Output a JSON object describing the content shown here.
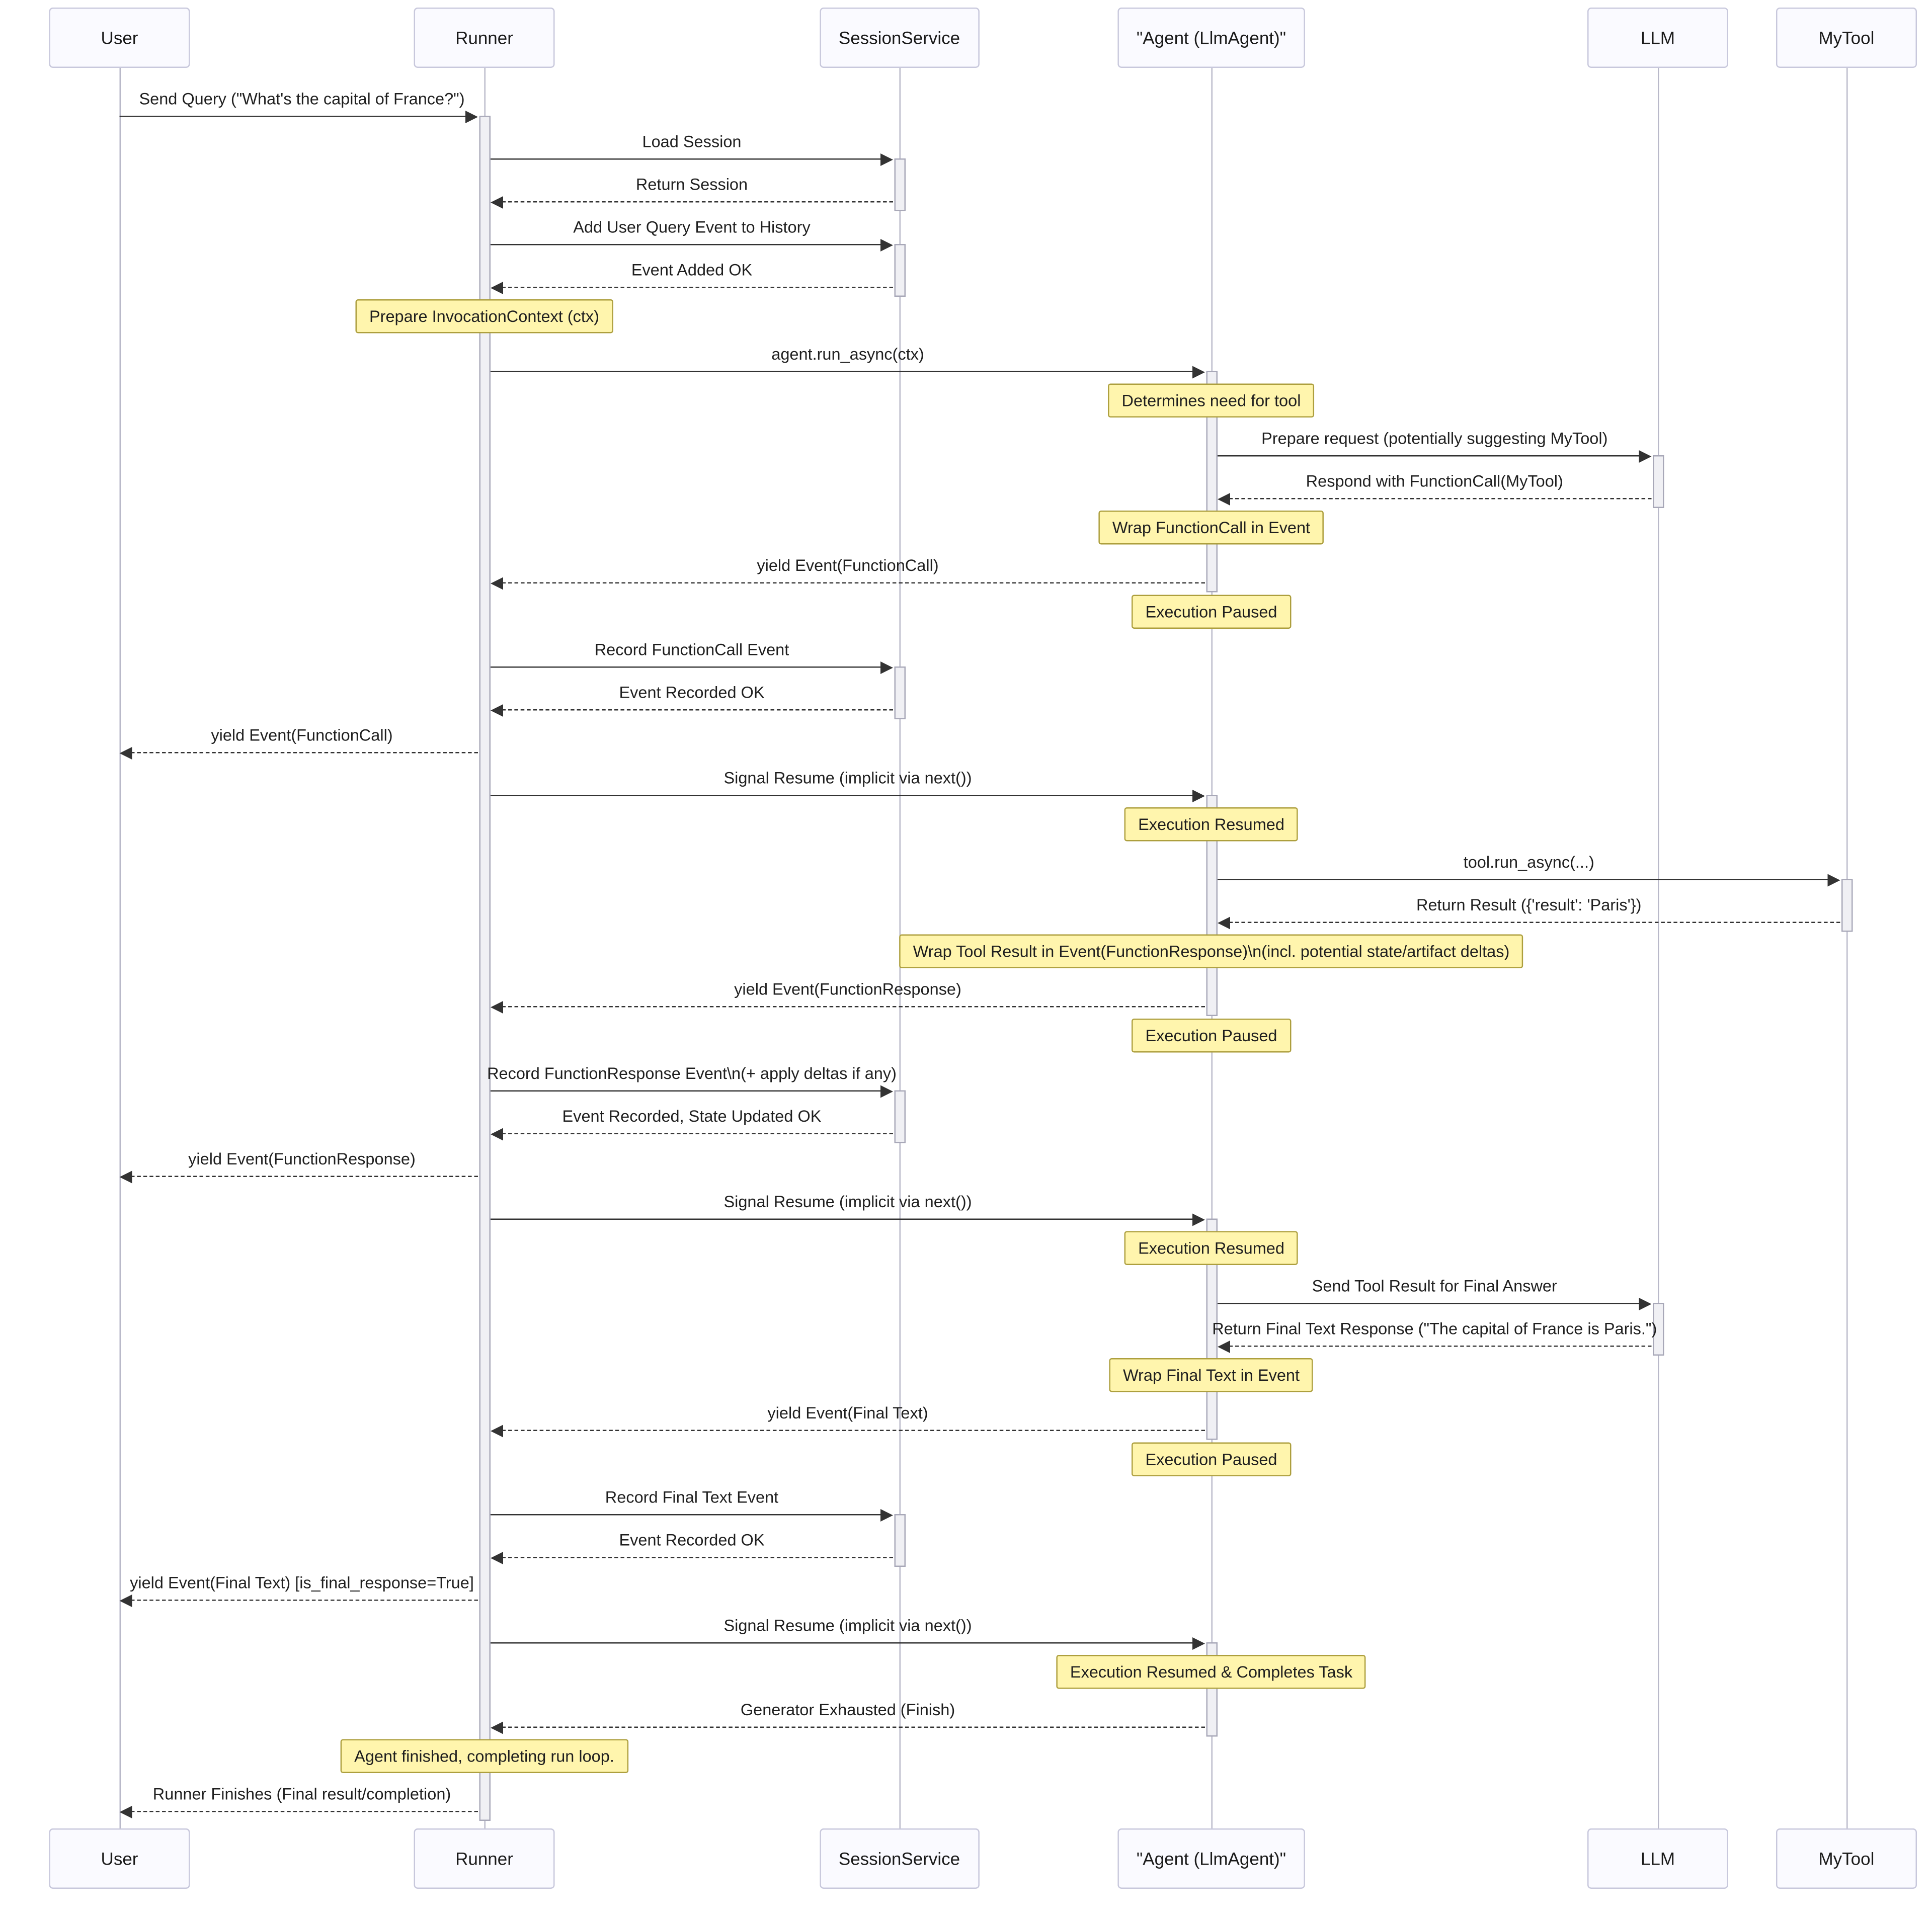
{
  "diagram_type": "sequence-diagram",
  "participants": [
    {
      "id": "user",
      "name": "User"
    },
    {
      "id": "runner",
      "name": "Runner"
    },
    {
      "id": "session",
      "name": "SessionService"
    },
    {
      "id": "agent",
      "name": "\"Agent (LlmAgent)\""
    },
    {
      "id": "llm",
      "name": "LLM"
    },
    {
      "id": "mytool",
      "name": "MyTool"
    }
  ],
  "messages": [
    {
      "kind": "arrow",
      "from": "user",
      "to": "runner",
      "line": "solid",
      "text": "Send Query (\"What's the capital of France?\")"
    },
    {
      "kind": "arrow",
      "from": "runner",
      "to": "session",
      "line": "solid",
      "text": "Load Session"
    },
    {
      "kind": "arrow",
      "from": "session",
      "to": "runner",
      "line": "dashed",
      "text": "Return Session"
    },
    {
      "kind": "arrow",
      "from": "runner",
      "to": "session",
      "line": "solid",
      "text": "Add User Query Event to History"
    },
    {
      "kind": "arrow",
      "from": "session",
      "to": "runner",
      "line": "dashed",
      "text": "Event Added OK"
    },
    {
      "kind": "note",
      "over": "runner",
      "text": "Prepare InvocationContext (ctx)"
    },
    {
      "kind": "arrow",
      "from": "runner",
      "to": "agent",
      "line": "solid",
      "text": "agent.run_async(ctx)"
    },
    {
      "kind": "note",
      "over": "agent",
      "text": "Determines need for tool"
    },
    {
      "kind": "arrow",
      "from": "agent",
      "to": "llm",
      "line": "solid",
      "text": "Prepare request (potentially suggesting MyTool)"
    },
    {
      "kind": "arrow",
      "from": "llm",
      "to": "agent",
      "line": "dashed",
      "text": "Respond with FunctionCall(MyTool)"
    },
    {
      "kind": "note",
      "over": "agent",
      "text": "Wrap FunctionCall in Event"
    },
    {
      "kind": "arrow",
      "from": "agent",
      "to": "runner",
      "line": "dashed",
      "text": "yield Event(FunctionCall)"
    },
    {
      "kind": "note",
      "over": "agent",
      "text": "Execution Paused"
    },
    {
      "kind": "arrow",
      "from": "runner",
      "to": "session",
      "line": "solid",
      "text": "Record FunctionCall Event"
    },
    {
      "kind": "arrow",
      "from": "session",
      "to": "runner",
      "line": "dashed",
      "text": "Event Recorded OK"
    },
    {
      "kind": "arrow",
      "from": "runner",
      "to": "user",
      "line": "dashed",
      "text": "yield Event(FunctionCall)"
    },
    {
      "kind": "arrow",
      "from": "runner",
      "to": "agent",
      "line": "solid",
      "text": "Signal Resume (implicit via next())"
    },
    {
      "kind": "note",
      "over": "agent",
      "text": "Execution Resumed"
    },
    {
      "kind": "arrow",
      "from": "agent",
      "to": "mytool",
      "line": "solid",
      "text": "tool.run_async(...)"
    },
    {
      "kind": "arrow",
      "from": "mytool",
      "to": "agent",
      "line": "dashed",
      "text": "Return Result ({'result': 'Paris'})"
    },
    {
      "kind": "note",
      "over": "agent",
      "text": "Wrap Tool Result in Event(FunctionResponse)\\n(incl. potential state/artifact deltas)"
    },
    {
      "kind": "arrow",
      "from": "agent",
      "to": "runner",
      "line": "dashed",
      "text": "yield Event(FunctionResponse)"
    },
    {
      "kind": "note",
      "over": "agent",
      "text": "Execution Paused"
    },
    {
      "kind": "arrow",
      "from": "runner",
      "to": "session",
      "line": "solid",
      "text": "Record FunctionResponse Event\\n(+ apply deltas if any)"
    },
    {
      "kind": "arrow",
      "from": "session",
      "to": "runner",
      "line": "dashed",
      "text": "Event Recorded, State Updated OK"
    },
    {
      "kind": "arrow",
      "from": "runner",
      "to": "user",
      "line": "dashed",
      "text": "yield Event(FunctionResponse)"
    },
    {
      "kind": "arrow",
      "from": "runner",
      "to": "agent",
      "line": "solid",
      "text": "Signal Resume (implicit via next())"
    },
    {
      "kind": "note",
      "over": "agent",
      "text": "Execution Resumed"
    },
    {
      "kind": "arrow",
      "from": "agent",
      "to": "llm",
      "line": "solid",
      "text": "Send Tool Result for Final Answer"
    },
    {
      "kind": "arrow",
      "from": "llm",
      "to": "agent",
      "line": "dashed",
      "text": "Return Final Text Response (\"The capital of France is Paris.\")"
    },
    {
      "kind": "note",
      "over": "agent",
      "text": "Wrap Final Text in Event"
    },
    {
      "kind": "arrow",
      "from": "agent",
      "to": "runner",
      "line": "dashed",
      "text": "yield Event(Final Text)"
    },
    {
      "kind": "note",
      "over": "agent",
      "text": "Execution Paused"
    },
    {
      "kind": "arrow",
      "from": "runner",
      "to": "session",
      "line": "solid",
      "text": "Record Final Text Event"
    },
    {
      "kind": "arrow",
      "from": "session",
      "to": "runner",
      "line": "dashed",
      "text": "Event Recorded OK"
    },
    {
      "kind": "arrow",
      "from": "runner",
      "to": "user",
      "line": "dashed",
      "text": "yield Event(Final Text) [is_final_response=True]"
    },
    {
      "kind": "arrow",
      "from": "runner",
      "to": "agent",
      "line": "solid",
      "text": "Signal Resume (implicit via next())"
    },
    {
      "kind": "note",
      "over": "agent",
      "text": "Execution Resumed & Completes Task"
    },
    {
      "kind": "arrow",
      "from": "agent",
      "to": "runner",
      "line": "dashed",
      "text": "Generator Exhausted (Finish)"
    },
    {
      "kind": "note",
      "over": "runner",
      "text": "Agent finished, completing run loop."
    },
    {
      "kind": "arrow",
      "from": "runner",
      "to": "user",
      "line": "dashed",
      "text": "Runner Finishes (Final result/completion)"
    }
  ],
  "activations": [
    {
      "participant": "runner",
      "start": 0,
      "end": 40
    },
    {
      "participant": "session",
      "start": 1,
      "end": 2
    },
    {
      "participant": "session",
      "start": 3,
      "end": 4
    },
    {
      "participant": "session",
      "start": 13,
      "end": 14
    },
    {
      "participant": "session",
      "start": 23,
      "end": 24
    },
    {
      "participant": "session",
      "start": 33,
      "end": 34
    },
    {
      "participant": "agent",
      "start": 6,
      "end": 11
    },
    {
      "participant": "agent",
      "start": 16,
      "end": 21
    },
    {
      "participant": "agent",
      "start": 26,
      "end": 31
    },
    {
      "participant": "agent",
      "start": 36,
      "end": 38
    },
    {
      "participant": "llm",
      "start": 8,
      "end": 9
    },
    {
      "participant": "llm",
      "start": 28,
      "end": 29
    },
    {
      "participant": "mytool",
      "start": 18,
      "end": 19
    }
  ],
  "colors": {
    "note_fill": "#fff5ad",
    "note_border": "#ad9f3e",
    "participant_fill": "#fafaff",
    "participant_border": "#c8c8dc",
    "line_color": "#333333",
    "lifeline_color": "#b9b9c9",
    "activation_fill": "#f0f0f4",
    "activation_border": "#a8a8b8"
  }
}
